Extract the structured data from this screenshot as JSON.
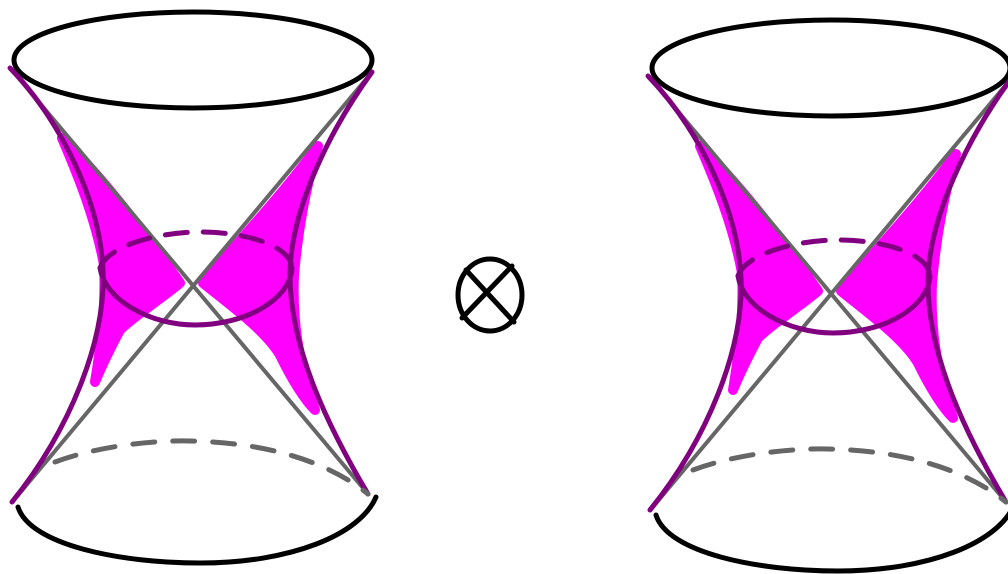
{
  "diagram": {
    "operator_symbol": "⊗",
    "figures": [
      {
        "id": "left",
        "shape": "hourglass-cone-with-hyperboloid",
        "highlight": "magenta-wedges"
      },
      {
        "id": "right",
        "shape": "hourglass-cone-with-hyperboloid",
        "highlight": "magenta-wedges"
      }
    ]
  },
  "colors": {
    "background": "#ffffff",
    "outline": "#000000",
    "cone_lines": "#666666",
    "hyperboloid": "#800080",
    "highlight": "#ff00ff"
  },
  "icons": {
    "operator": "tensor-product-icon"
  }
}
